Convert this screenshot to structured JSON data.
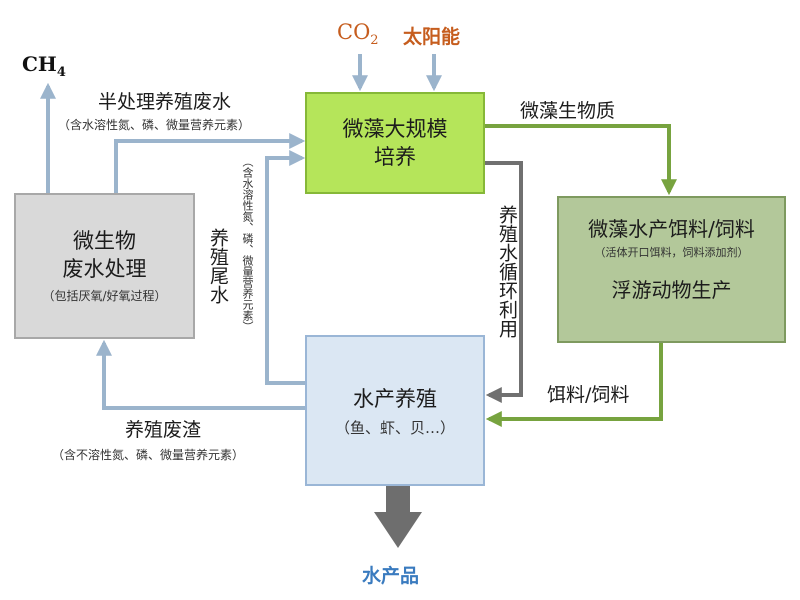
{
  "boxes": {
    "microbial": {
      "line1": "微生物",
      "line2": "废水处理",
      "note": "（包括厌氧/好氧过程）"
    },
    "algae": {
      "line1": "微藻大规模",
      "line2": "培养"
    },
    "feed": {
      "title": "微藻水产饵料/饲料",
      "note": "（活体开口饵料，饲料添加剂）",
      "main": "浮游动物生产"
    },
    "aquaculture": {
      "line1": "水产养殖",
      "line2": "（鱼、虾、贝…）"
    }
  },
  "labels": {
    "ch4": "CH",
    "ch4_sub": "4",
    "co2": "CO",
    "co2_sub": "2",
    "solar": "太阳能",
    "semi_treated_title": "半处理养殖废水",
    "semi_treated_note": "（含水溶性氮、磷、微量营养元素）",
    "biomass": "微藻生物质",
    "tailwater_title": "养殖尾水",
    "tailwater_note": "（含水溶性氮、磷、微量营养元素）",
    "recycle": "养殖水循环利用",
    "feed_output": "饵料/饲料",
    "residue_title": "养殖废渣",
    "residue_note": "（含不溶性氮、磷、微量营养元素）",
    "product": "水产品"
  },
  "colors": {
    "blue_arrow": "#9bb4cc",
    "green_arrow": "#77a33f",
    "gray_arrow": "#707070",
    "accent_orange": "#c65d1e",
    "product_blue": "#3a7bbf"
  }
}
